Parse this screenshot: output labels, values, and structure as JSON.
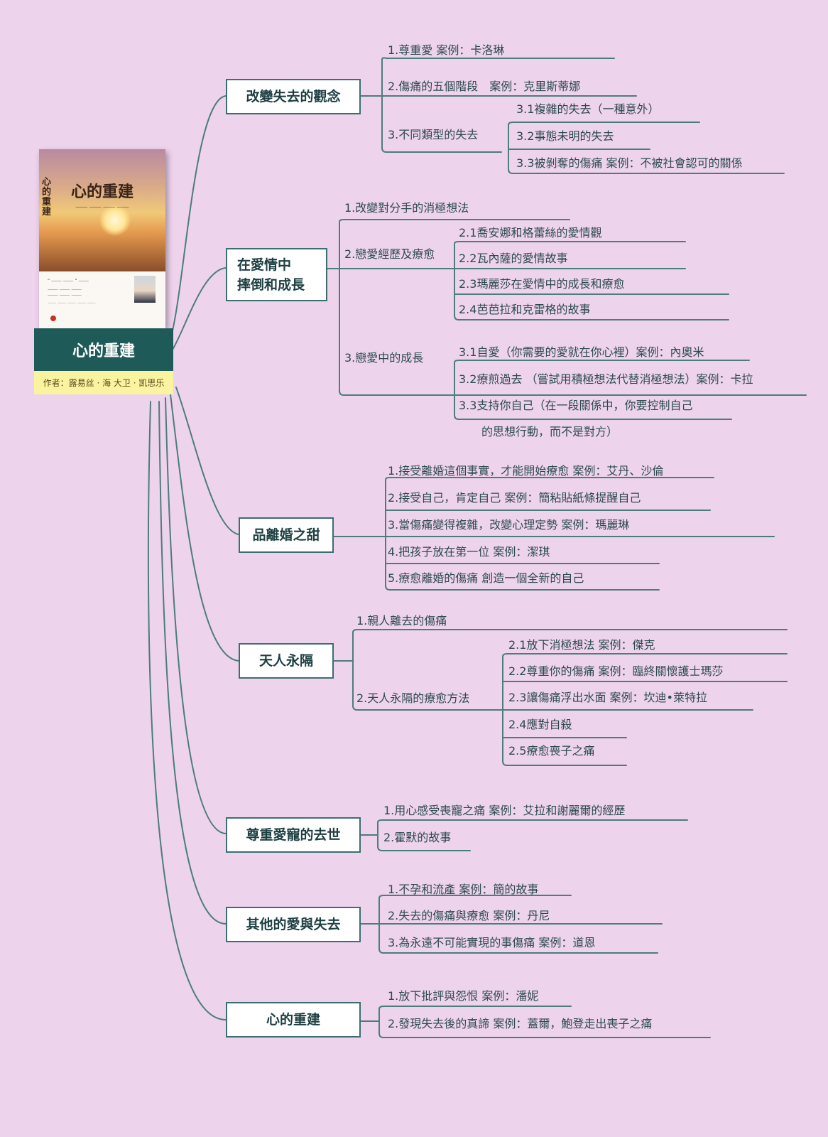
{
  "book": {
    "cover_title": "心的重建",
    "spine_title": "心的重建"
  },
  "root": {
    "title": "心的重建",
    "author": "作者：露易丝 · 海 大卫 · 凯思乐"
  },
  "colors": {
    "background": "#eed3ed",
    "root": "#1e5b58",
    "author_bar": "#faf3a0",
    "lines": "#4d7c7d"
  },
  "branches": [
    {
      "title": "改變失去的觀念",
      "items": [
        "1.尊重愛 案例：卡洛琳",
        "2.傷痛的五個階段　案例：克里斯蒂娜",
        "3.不同類型的失去"
      ],
      "sub": [
        "3.1複雜的失去（一種意外）",
        "3.2事態未明的失去",
        "3.3被剝奪的傷痛 案例：不被社會認可的關係"
      ]
    },
    {
      "title_lines": [
        "在愛情中",
        "摔倒和成長"
      ],
      "items": [
        "1.改變對分手的消極想法",
        "2.戀愛經歷及療愈",
        "3.戀愛中的成長"
      ],
      "sub2": [
        "2.1喬安娜和格蕾絲的愛情觀",
        "2.2瓦內薩的愛情故事",
        "2.3瑪麗莎在愛情中的成長和療愈",
        "2.4芭芭拉和克雷格的故事"
      ],
      "sub3": [
        "3.1自愛（你需要的愛就在你心裡）案例：內奧米",
        "3.2療煎過去 （嘗試用積極想法代替消極想法）案例：卡拉",
        "3.3支持你自己（在一段關係中，你要控制自己",
        "的思想行動，而不是對方）"
      ]
    },
    {
      "title": "品離婚之甜",
      "items": [
        "1.接受離婚這個事實，才能開始療愈 案例：艾丹、沙倫",
        "2.接受自己，肯定自己 案例：簡粘貼紙條提醒自己",
        "3.當傷痛變得複雜，改變心理定勢 案例：瑪麗琳",
        "4.把孩子放在第一位 案例：潔琪",
        "5.療愈離婚的傷痛 創造一個全新的自己"
      ]
    },
    {
      "title": "天人永隔",
      "items": [
        "1.親人離去的傷痛",
        "2.天人永隔的療愈方法"
      ],
      "sub": [
        "2.1放下消極想法 案例：傑克",
        "2.2尊重你的傷痛 案例：臨終關懷護士瑪莎",
        "2.3讓傷痛浮出水面 案例：坎迪•萊特拉",
        "2.4應對自殺",
        "2.5療愈喪子之痛"
      ]
    },
    {
      "title": "尊重愛寵的去世",
      "items": [
        "1.用心感受喪寵之痛 案例：艾拉和謝麗爾的經歷",
        "2.霍默的故事"
      ]
    },
    {
      "title": "其他的愛與失去",
      "items": [
        "1.不孕和流產 案例：簡的故事",
        "2.失去的傷痛與療愈 案例：丹尼",
        "3.為永遠不可能實現的事傷痛 案例：道恩"
      ]
    },
    {
      "title": "心的重建",
      "items": [
        "1.放下批評與怨恨 案例：潘妮",
        "2.發現失去後的真諦 案例：蓋爾，鮑登走出喪子之痛"
      ]
    }
  ]
}
